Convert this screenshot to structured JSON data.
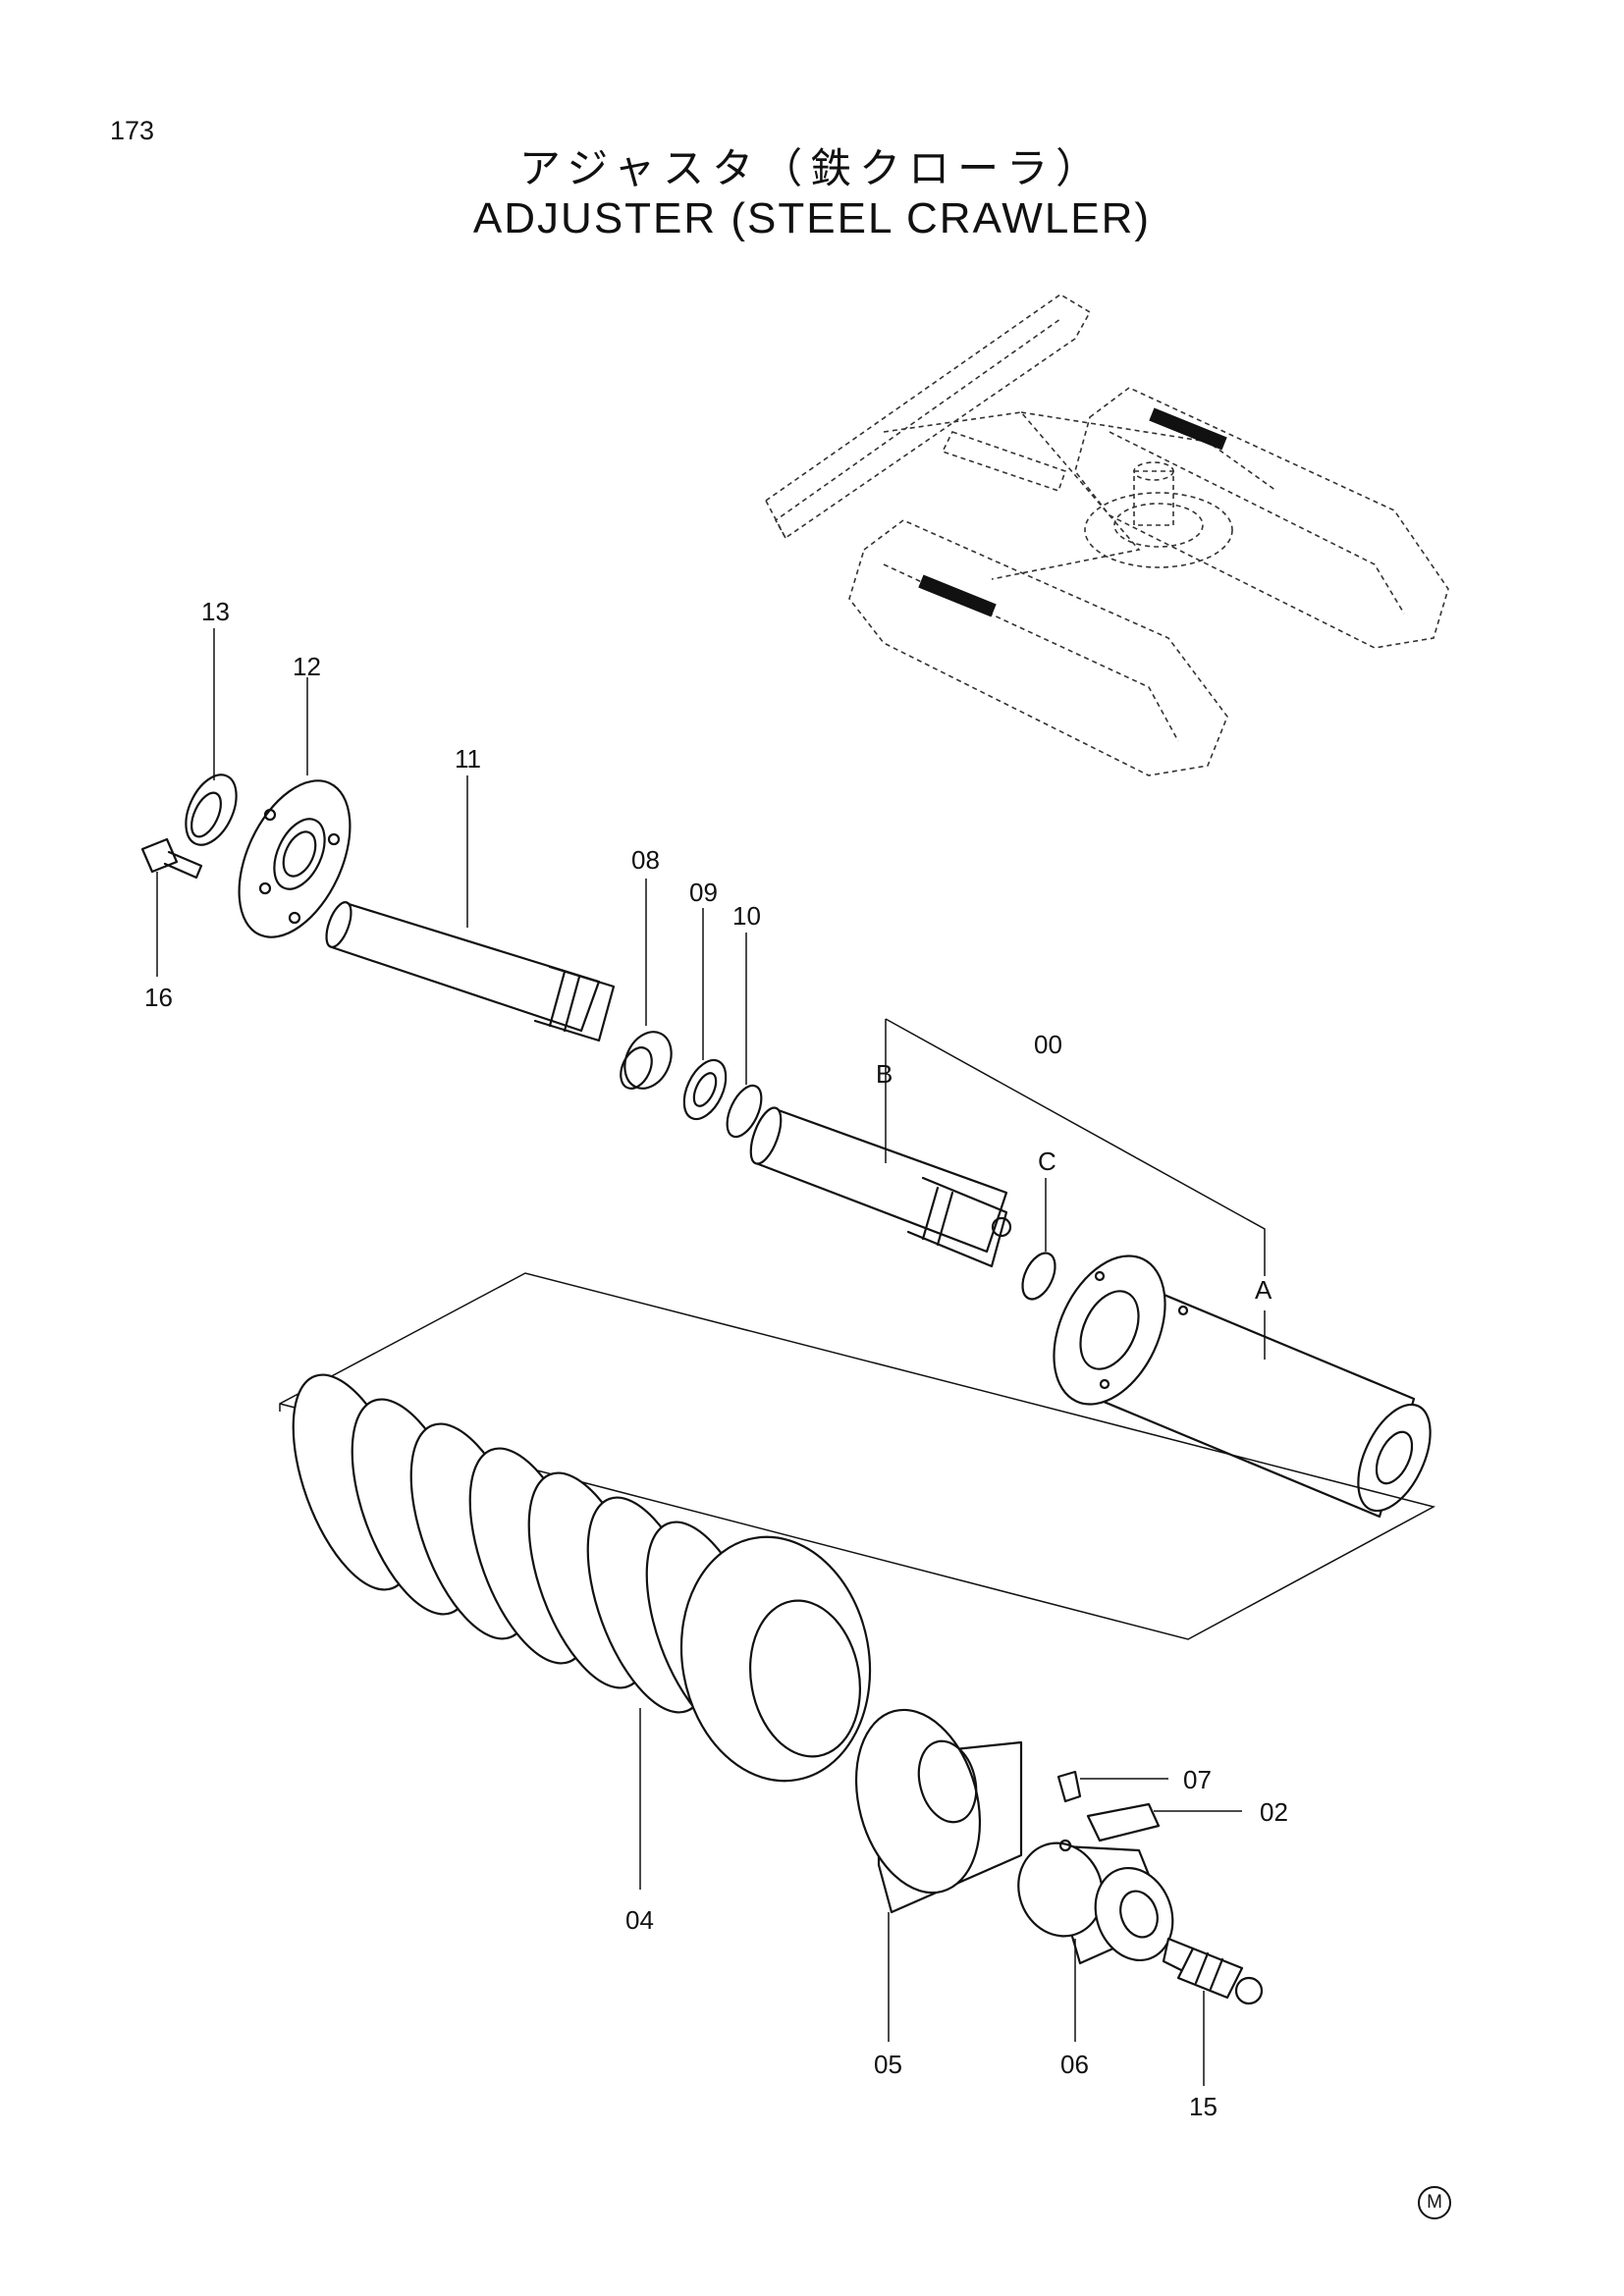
{
  "page_number": "173",
  "title_jp": "アジャスタ（鉄クローラ）",
  "title_en": "ADJUSTER (STEEL CRAWLER)",
  "corner_mark": "M",
  "labels": {
    "p13": "13",
    "p12": "12",
    "p11": "11",
    "p16": "16",
    "p08": "08",
    "p09": "09",
    "p10": "10",
    "p00": "00",
    "B": "B",
    "C": "C",
    "A": "A",
    "p07": "07",
    "p02": "02",
    "p04": "04",
    "p05": "05",
    "p06": "06",
    "p15": "15"
  }
}
